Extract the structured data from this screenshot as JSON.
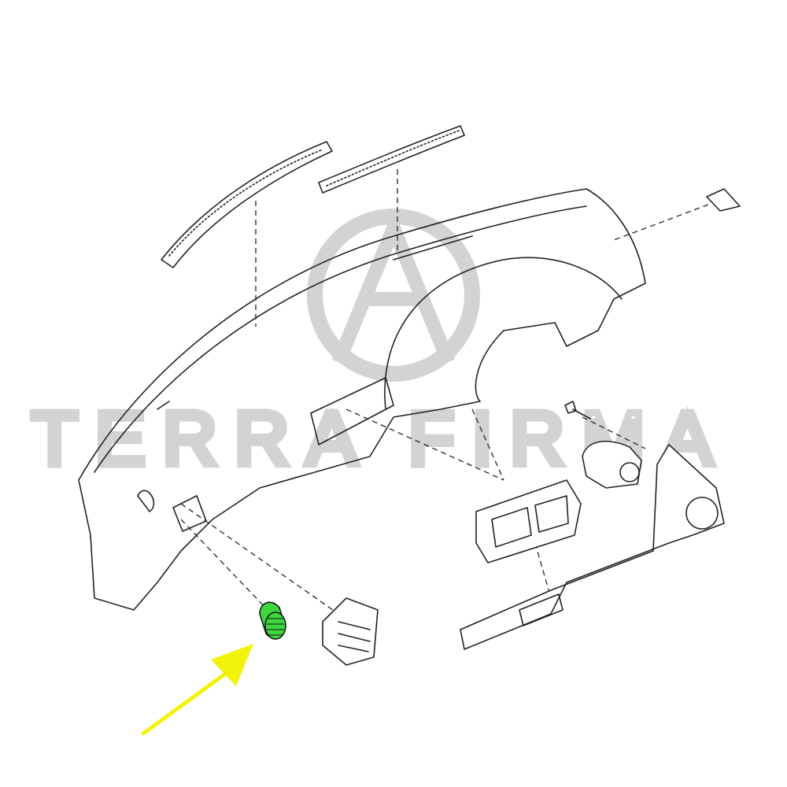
{
  "watermark": {
    "text": "TERRA FIRMA",
    "color": "#d3d3d3"
  },
  "highlight": {
    "part": "dashboard-side-vent-grille",
    "color": "#3dd63d"
  },
  "pointer": {
    "icon": "arrow",
    "color": "#f2f20a"
  }
}
